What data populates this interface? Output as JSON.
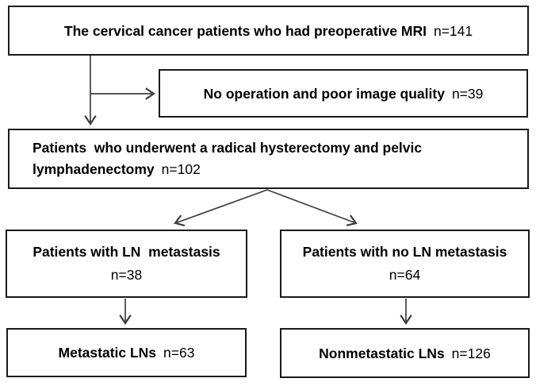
{
  "colors": {
    "background": "#ffffff",
    "border": "#1a1a1a",
    "text": "#000000",
    "connector": "#3f3f3f"
  },
  "flow": {
    "boxes": [
      {
        "name": "preoperative-mri",
        "text": "The cervical cancer patients who had preoperative MRI",
        "count": "n=141"
      },
      {
        "name": "excluded",
        "text": "No operation and poor image quality",
        "count": "n=39"
      },
      {
        "name": "surgery",
        "line1": "Patients  who underwent a radical hysterectomy and pelvic",
        "line2": "lymphadenectomy",
        "count": "n=102"
      },
      {
        "name": "ln-metastasis",
        "text": "Patients with LN  metastasis",
        "count": "n=38"
      },
      {
        "name": "no-ln-metastasis",
        "text": "Patients with no LN metastasis",
        "count": "n=64"
      },
      {
        "name": "metastatic-lns",
        "text": "Metastatic LNs",
        "count": "n=63"
      },
      {
        "name": "nonmetastatic-lns",
        "text": "Nonmetastatic LNs",
        "count": "n=126"
      }
    ]
  }
}
